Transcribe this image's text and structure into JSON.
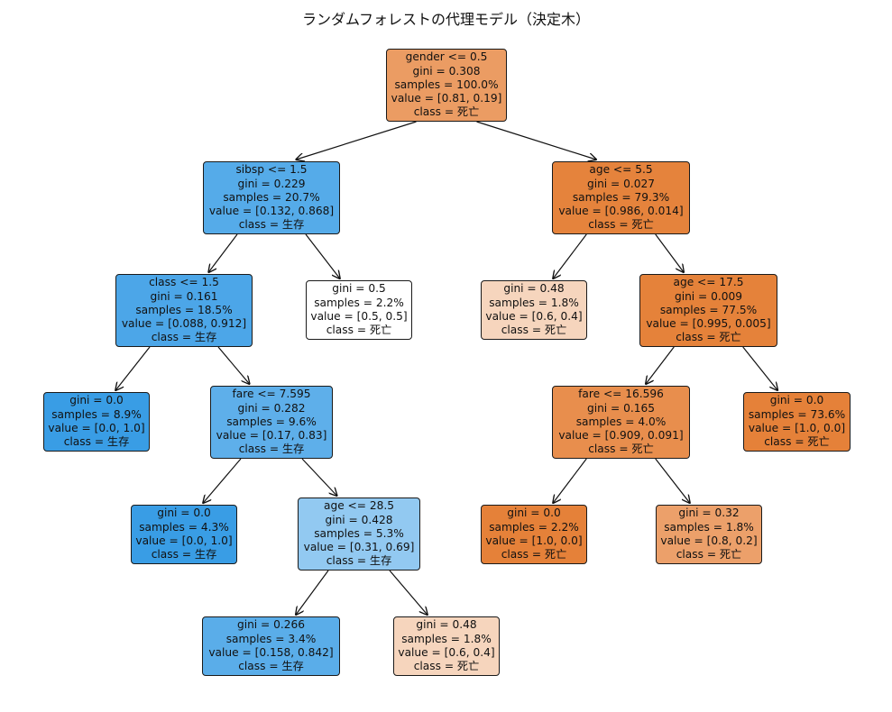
{
  "title": "ランダムフォレストの代理モデル（決定木）",
  "class_colors": {
    "死亡": "#e58139",
    "生存": "#399de5"
  },
  "nodes": [
    {
      "id": "n0",
      "lines": [
        "gender <= 0.5",
        "gini = 0.308",
        "samples = 100.0%",
        "value = [0.81, 0.19]",
        "class = 死亡"
      ],
      "fill": "#eb9c63"
    },
    {
      "id": "n1",
      "lines": [
        "sibsp <= 1.5",
        "gini = 0.229",
        "samples = 20.7%",
        "value = [0.132, 0.868]",
        "class = 生存"
      ],
      "fill": "#55abe9"
    },
    {
      "id": "n2",
      "lines": [
        "class <= 1.5",
        "gini = 0.161",
        "samples = 18.5%",
        "value = [0.088, 0.912]",
        "class = 生存"
      ],
      "fill": "#4ca6e8"
    },
    {
      "id": "n3",
      "lines": [
        "gini = 0.0",
        "samples = 8.9%",
        "value = [0.0, 1.0]",
        "class = 生存"
      ],
      "fill": "#399de5"
    },
    {
      "id": "n4",
      "lines": [
        "fare <= 7.595",
        "gini = 0.282",
        "samples = 9.6%",
        "value = [0.17, 0.83]",
        "class = 生存"
      ],
      "fill": "#5eafea"
    },
    {
      "id": "n5",
      "lines": [
        "gini = 0.0",
        "samples = 4.3%",
        "value = [0.0, 1.0]",
        "class = 生存"
      ],
      "fill": "#399de5"
    },
    {
      "id": "n6",
      "lines": [
        "age <= 28.5",
        "gini = 0.428",
        "samples = 5.3%",
        "value = [0.31, 0.69]",
        "class = 生存"
      ],
      "fill": "#92c9f1"
    },
    {
      "id": "n7",
      "lines": [
        "gini = 0.266",
        "samples = 3.4%",
        "value = [0.158, 0.842]",
        "class = 生存"
      ],
      "fill": "#5aade9"
    },
    {
      "id": "n8",
      "lines": [
        "gini = 0.48",
        "samples = 1.8%",
        "value = [0.6, 0.4]",
        "class = 死亡"
      ],
      "fill": "#f6d5bd"
    },
    {
      "id": "n9",
      "lines": [
        "gini = 0.5",
        "samples = 2.2%",
        "value = [0.5, 0.5]",
        "class = 死亡"
      ],
      "fill": "#ffffff"
    },
    {
      "id": "n10",
      "lines": [
        "age <= 5.5",
        "gini = 0.027",
        "samples = 79.3%",
        "value = [0.986, 0.014]",
        "class = 死亡"
      ],
      "fill": "#e5833c"
    },
    {
      "id": "n11",
      "lines": [
        "gini = 0.48",
        "samples = 1.8%",
        "value = [0.6, 0.4]",
        "class = 死亡"
      ],
      "fill": "#f6d5bd"
    },
    {
      "id": "n12",
      "lines": [
        "age <= 17.5",
        "gini = 0.009",
        "samples = 77.5%",
        "value = [0.995, 0.005]",
        "class = 死亡"
      ],
      "fill": "#e5823a"
    },
    {
      "id": "n13",
      "lines": [
        "fare <= 16.596",
        "gini = 0.165",
        "samples = 4.0%",
        "value = [0.909, 0.091]",
        "class = 死亡"
      ],
      "fill": "#e88e4d"
    },
    {
      "id": "n14",
      "lines": [
        "gini = 0.0",
        "samples = 2.2%",
        "value = [1.0, 0.0]",
        "class = 死亡"
      ],
      "fill": "#e58139"
    },
    {
      "id": "n15",
      "lines": [
        "gini = 0.32",
        "samples = 1.8%",
        "value = [0.8, 0.2]",
        "class = 死亡"
      ],
      "fill": "#eca06a"
    },
    {
      "id": "n16",
      "lines": [
        "gini = 0.0",
        "samples = 73.6%",
        "value = [1.0, 0.0]",
        "class = 死亡"
      ],
      "fill": "#e58139"
    }
  ],
  "edges": [
    [
      "n0",
      "n1"
    ],
    [
      "n0",
      "n10"
    ],
    [
      "n1",
      "n2"
    ],
    [
      "n1",
      "n9"
    ],
    [
      "n2",
      "n3"
    ],
    [
      "n2",
      "n4"
    ],
    [
      "n4",
      "n5"
    ],
    [
      "n4",
      "n6"
    ],
    [
      "n6",
      "n7"
    ],
    [
      "n6",
      "n8"
    ],
    [
      "n10",
      "n11"
    ],
    [
      "n10",
      "n12"
    ],
    [
      "n12",
      "n13"
    ],
    [
      "n12",
      "n16"
    ],
    [
      "n13",
      "n14"
    ],
    [
      "n13",
      "n15"
    ]
  ]
}
